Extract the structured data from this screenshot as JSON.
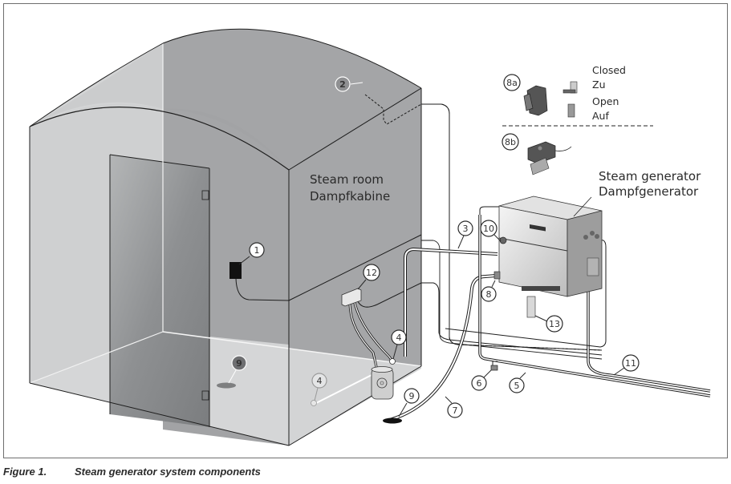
{
  "figure": {
    "number_label": "Figure 1.",
    "title": "Steam generator system components"
  },
  "labels": {
    "steam_room": [
      "Steam room",
      "Dampfkabine"
    ],
    "steam_generator": [
      "Steam generator",
      "Dampfgenerator"
    ],
    "valve_closed": [
      "Closed",
      "Zu"
    ],
    "valve_open": [
      "Open",
      "Auf"
    ]
  },
  "callouts": [
    {
      "id": "1",
      "text": "1",
      "style": "outline"
    },
    {
      "id": "2",
      "text": "2",
      "style": "inverse"
    },
    {
      "id": "3",
      "text": "3",
      "style": "outline"
    },
    {
      "id": "4a",
      "text": "4",
      "style": "outline"
    },
    {
      "id": "4b",
      "text": "4",
      "style": "faded"
    },
    {
      "id": "5",
      "text": "5",
      "style": "outline"
    },
    {
      "id": "6",
      "text": "6",
      "style": "outline"
    },
    {
      "id": "7",
      "text": "7",
      "style": "outline"
    },
    {
      "id": "8",
      "text": "8",
      "style": "outline"
    },
    {
      "id": "8a",
      "text": "8a",
      "style": "outline"
    },
    {
      "id": "8b",
      "text": "8b",
      "style": "outline"
    },
    {
      "id": "9a",
      "text": "9",
      "style": "dark"
    },
    {
      "id": "9b",
      "text": "9",
      "style": "outline"
    },
    {
      "id": "10",
      "text": "10",
      "style": "outline"
    },
    {
      "id": "11",
      "text": "11",
      "style": "outline"
    },
    {
      "id": "12",
      "text": "12",
      "style": "outline"
    },
    {
      "id": "13",
      "text": "13",
      "style": "outline"
    }
  ],
  "colors": {
    "wall_light": "#d0d1d2",
    "wall_mid": "#a3a4a6",
    "floor": "#d6d7d8",
    "door_glass": "#8a8c8e",
    "outline": "#1e1e1e"
  }
}
